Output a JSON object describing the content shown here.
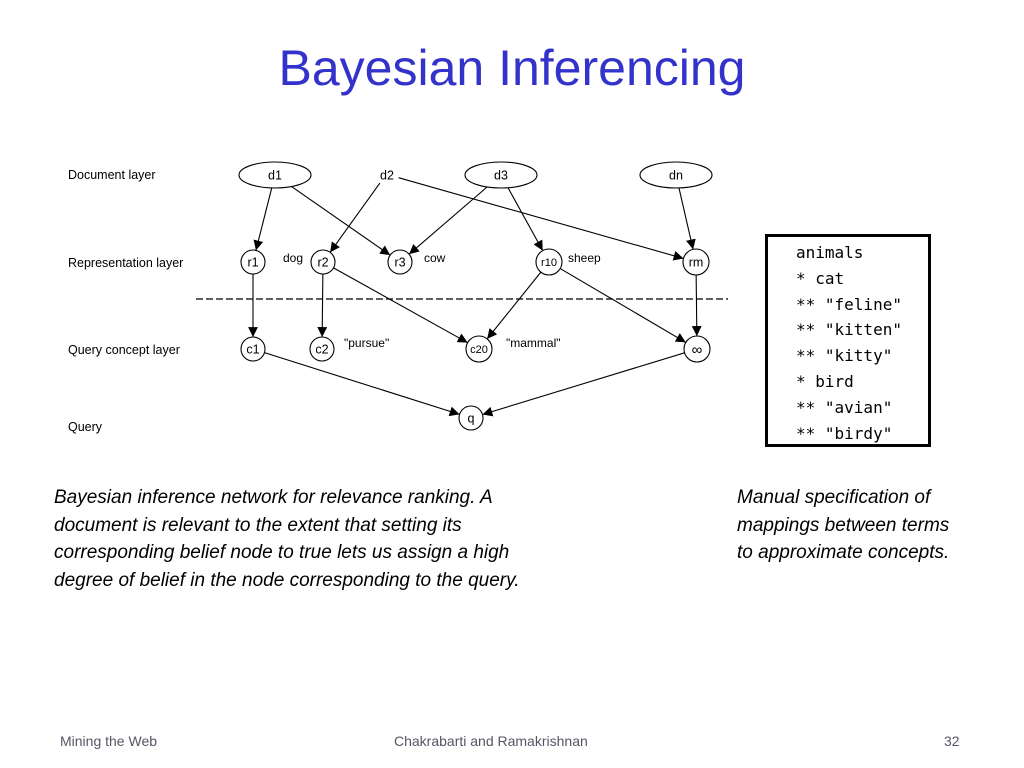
{
  "title": "Bayesian Inferencing",
  "diagram": {
    "layers": [
      {
        "id": "document",
        "label": "Document layer"
      },
      {
        "id": "representation",
        "label": "Representation layer"
      },
      {
        "id": "query_concept",
        "label": "Query concept layer"
      },
      {
        "id": "query",
        "label": "Query"
      }
    ],
    "nodes": [
      {
        "id": "d1",
        "label": "d1",
        "shape": "ellipse"
      },
      {
        "id": "d2",
        "label": "d2",
        "shape": "text"
      },
      {
        "id": "d3",
        "label": "d3",
        "shape": "ellipse"
      },
      {
        "id": "dn",
        "label": "dn",
        "shape": "ellipse"
      },
      {
        "id": "r1",
        "label": "r1",
        "shape": "circle"
      },
      {
        "id": "r2",
        "label": "r2",
        "shape": "circle"
      },
      {
        "id": "r3",
        "label": "r3",
        "shape": "circle"
      },
      {
        "id": "r10",
        "label": "r10",
        "shape": "circle"
      },
      {
        "id": "rm",
        "label": "rm",
        "shape": "circle"
      },
      {
        "id": "c1",
        "label": "c1",
        "shape": "circle"
      },
      {
        "id": "c2",
        "label": "c2",
        "shape": "circle"
      },
      {
        "id": "c20",
        "label": "c20",
        "shape": "circle"
      },
      {
        "id": "cinf",
        "label": "∞",
        "shape": "circle"
      },
      {
        "id": "q",
        "label": "q",
        "shape": "circle"
      }
    ],
    "annotations": [
      {
        "node": "r2",
        "text": "dog"
      },
      {
        "node": "r3",
        "text": "cow"
      },
      {
        "node": "r10",
        "text": "sheep"
      },
      {
        "node": "c2",
        "text": "\"pursue\""
      },
      {
        "node": "c20",
        "text": "\"mammal\""
      }
    ],
    "edges": [
      [
        "d1",
        "r1"
      ],
      [
        "d1",
        "r3"
      ],
      [
        "d2",
        "r2"
      ],
      [
        "d2",
        "rm"
      ],
      [
        "d3",
        "r3"
      ],
      [
        "d3",
        "r10"
      ],
      [
        "dn",
        "rm"
      ],
      [
        "r1",
        "c1"
      ],
      [
        "r2",
        "c2"
      ],
      [
        "r2",
        "c20"
      ],
      [
        "r10",
        "c20"
      ],
      [
        "r10",
        "cinf"
      ],
      [
        "rm",
        "cinf"
      ],
      [
        "c1",
        "q"
      ],
      [
        "cinf",
        "q"
      ]
    ]
  },
  "mapping_lines": [
    "animals",
    "* cat",
    "** \"feline\"",
    "** \"kitten\"",
    "** \"kitty\"",
    "* bird",
    "** \"avian\"",
    "** \"birdy\""
  ],
  "caption_left": [
    "Bayesian inference network for relevance ranking. A",
    "document is relevant to the extent that setting its",
    "corresponding belief node to true lets us assign a high",
    "degree of belief in the node corresponding to the query."
  ],
  "caption_right": [
    "Manual specification of",
    "mappings between terms",
    "to approximate concepts."
  ],
  "footer": {
    "left": "Mining the Web",
    "center": "Chakrabarti and Ramakrishnan",
    "page": "32"
  }
}
